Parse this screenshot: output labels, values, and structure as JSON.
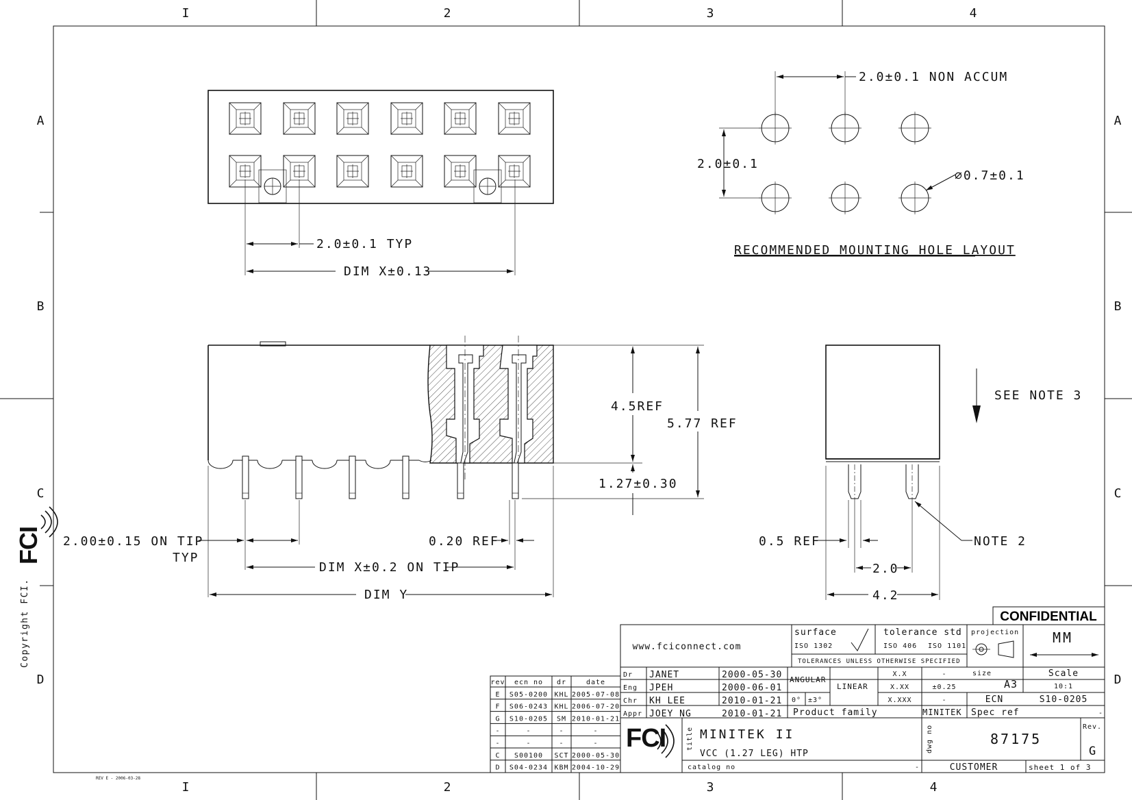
{
  "zones": {
    "columns": [
      "I",
      "2",
      "3",
      "4"
    ],
    "rows": [
      "A",
      "B",
      "C",
      "D"
    ]
  },
  "copyright": "Copyright FCI.",
  "rev_note": "REV E - 2006-03-28",
  "top_view": {
    "pitch_label": "2.0±0.1 TYP",
    "dim_label": "DIM X±0.13"
  },
  "hole_layout": {
    "pitch_label": "2.0±0.1 NON ACCUM",
    "row_pitch_label": "2.0±0.1",
    "hole_dia_label": "∅0.7±0.1",
    "title": "RECOMMENDED MOUNTING HOLE LAYOUT"
  },
  "front_view": {
    "ref_45": "4.5REF",
    "ref_577": "5.77 REF",
    "ref_127": "1.27±0.30",
    "tip_pitch": "2.00±0.15 ON TIP",
    "tip_pitch_typ": "TYP",
    "ref_020": "0.20 REF",
    "dim_x_tip": "DIM X±0.2 ON TIP",
    "dim_y": "DIM Y"
  },
  "side_view": {
    "see_note": "SEE NOTE 3",
    "ref_05": "0.5 REF",
    "note2": "NOTE 2",
    "dim_20": "2.0",
    "dim_42": "4.2"
  },
  "title_block": {
    "confidential": "CONFIDENTIAL",
    "website": "www.fciconnect.com",
    "surface": "surface",
    "surface_std": "ISO 1302",
    "tolerance_std": "tolerance std",
    "iso406": "ISO 406",
    "iso1101": "ISO 1101",
    "tol_unless": "TOLERANCES UNLESS OTHERWISE SPECIFIED",
    "projection": "projection",
    "units": "MM",
    "angular": "ANGULAR",
    "linear": "LINEAR",
    "ang_0": "0°",
    "ang_tol": "±3°",
    "tol_rows": [
      {
        "fmt": "X.X",
        "val": "-"
      },
      {
        "fmt": "X.XX",
        "val": "±0.25"
      },
      {
        "fmt": "X.XXX",
        "val": "-"
      }
    ],
    "size_label": "size",
    "size": "A3",
    "scale_label": "Scale",
    "scale": "10:1",
    "ecn_label": "ECN",
    "ecn": "S10-0205",
    "spec_ref": "Spec ref",
    "spec_ref_val": "-",
    "product_family_label": "Product family",
    "product_family": "MINITEK",
    "people": [
      {
        "role": "Dr",
        "name": "JANET",
        "date": "2000-05-30"
      },
      {
        "role": "Eng",
        "name": "JPEH",
        "date": "2000-06-01"
      },
      {
        "role": "Chr",
        "name": "KH LEE",
        "date": "2010-01-21"
      },
      {
        "role": "Appr",
        "name": "JOEY NG",
        "date": "2010-01-21"
      }
    ],
    "title_label": "title",
    "title1": "MINITEK II",
    "title2": "VCC (1.27 LEG) HTP",
    "catalog_label": "catalog no",
    "catalog_val": "-",
    "dwg_label": "dwg no",
    "dwg_no": "87175",
    "rev_label": "Rev.",
    "rev": "G",
    "customer": "CUSTOMER",
    "sheet": "sheet 1 of 3"
  },
  "rev_table": {
    "headers": [
      "rev",
      "ecn no",
      "dr",
      "date"
    ],
    "rows": [
      [
        "E",
        "S05-0200",
        "KHL",
        "2005-07-08"
      ],
      [
        "F",
        "S06-0243",
        "KHL",
        "2006-07-20"
      ],
      [
        "G",
        "S10-0205",
        "SM",
        "2010-01-21"
      ],
      [
        "-",
        "-",
        "-",
        "-"
      ],
      [
        "-",
        "-",
        "-",
        "-"
      ],
      [
        "C",
        "S00100",
        "SCT",
        "2000-05-30"
      ],
      [
        "D",
        "S04-0234",
        "KBM",
        "2004-10-29"
      ]
    ]
  },
  "logo_text": "FCI"
}
